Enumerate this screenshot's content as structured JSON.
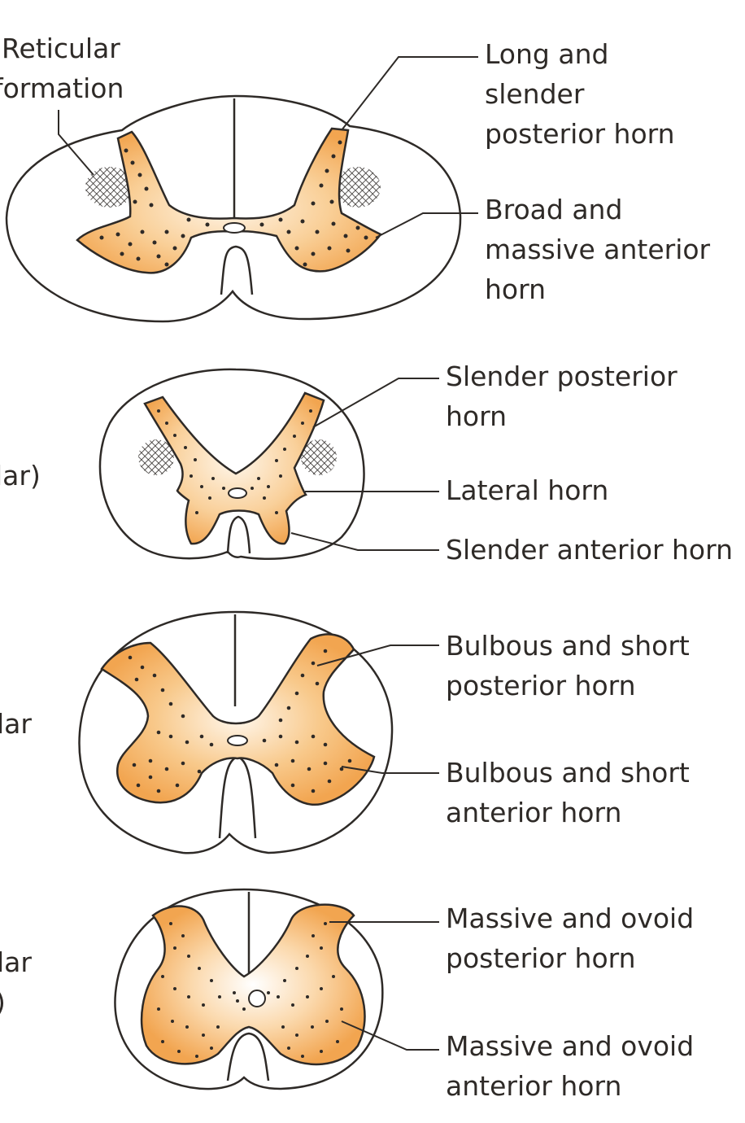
{
  "colors": {
    "grey_matter_edge": "#f2a550",
    "grey_matter_center": "#fff4e6",
    "outline": "#2e2a27",
    "text": "#2e2a27"
  },
  "left_fragments": {
    "reticular": "Reticular",
    "formation": "formation",
    "frag2": "lar)",
    "frag3": "lar",
    "frag4a": "lar",
    "frag4b": ")"
  },
  "sections": [
    {
      "labels": {
        "posterior_horn": "Long and\nslender\nposterior horn",
        "anterior_horn": "Broad and\nmassive anterior\nhorn"
      }
    },
    {
      "labels": {
        "posterior_horn": "Slender posterior\nhorn",
        "lateral_horn": "Lateral horn",
        "anterior_horn": "Slender anterior horn"
      }
    },
    {
      "labels": {
        "posterior_horn": "Bulbous and short\nposterior horn",
        "anterior_horn": "Bulbous and short\nanterior horn"
      }
    },
    {
      "labels": {
        "posterior_horn": "Massive and ovoid\nposterior horn",
        "anterior_horn": "Massive and ovoid\nanterior horn"
      }
    }
  ]
}
